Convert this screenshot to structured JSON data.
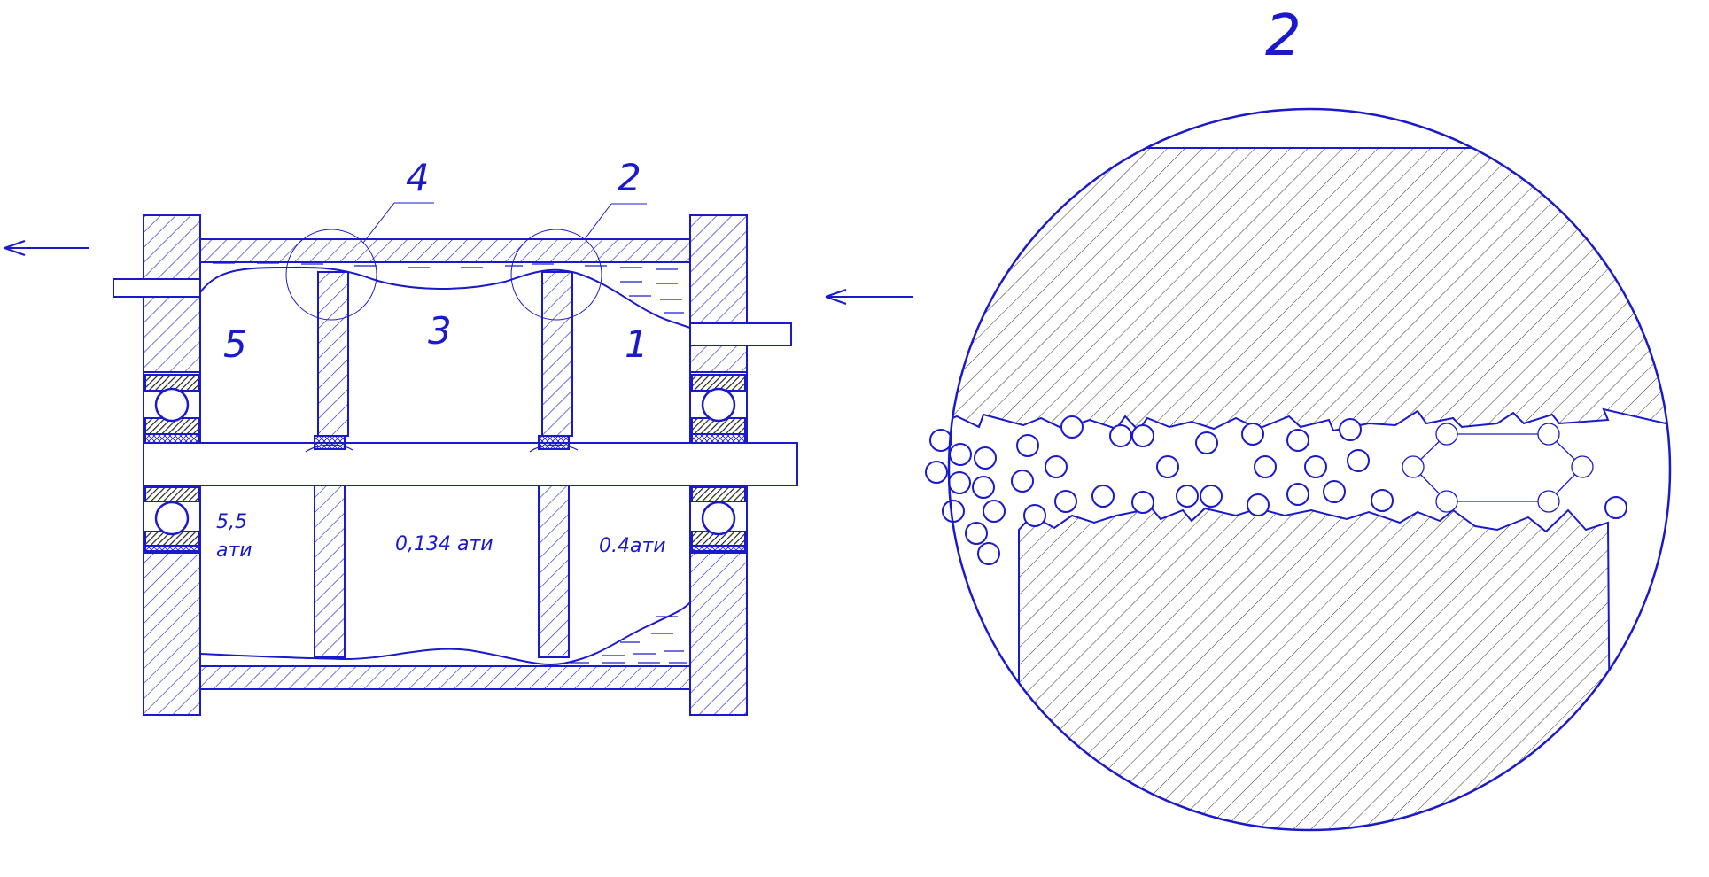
{
  "colors": {
    "stroke": "#1a1acc",
    "ball": "#1a1acc",
    "bearing_dark": "#222222",
    "background": "#ffffff"
  },
  "labels": {
    "callout_4": "4",
    "callout_2": "2",
    "zone_1": "1",
    "zone_3": "3",
    "zone_5": "5",
    "pressure_left_value": "5,5",
    "pressure_left_unit": "ати",
    "pressure_mid": "0,134 ати",
    "pressure_right": "0.4ати",
    "detail_title": "2"
  },
  "icons": {
    "outlet_arrow": "arrow-left-icon",
    "inlet_arrow": "arrow-left-icon"
  }
}
